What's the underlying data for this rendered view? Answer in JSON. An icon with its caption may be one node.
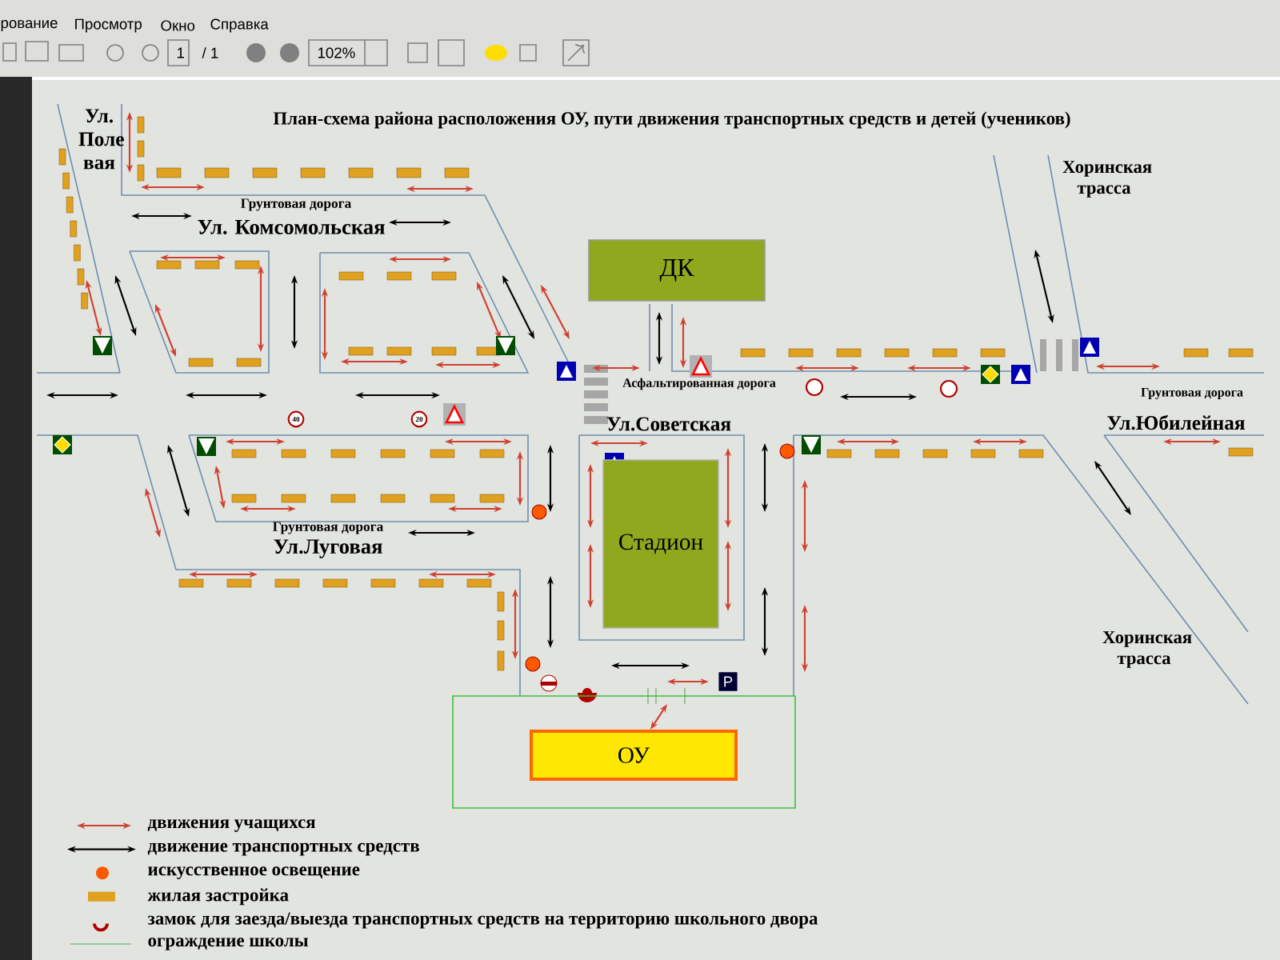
{
  "diagram": {
    "title": "План-схема района расположения ОУ, пути движения транспортных средств и детей (учеников)",
    "nodes": [
      {
        "text": [
          "ДК"
        ]
      },
      {
        "text": [
          "Стадион"
        ]
      },
      {
        "text": [],
        "shape": "box"
      },
      {
        "text": [
          "ОУ"
        ],
        "in": 2
      }
    ],
    "edges": [
      {
        "from": null,
        "to": 3,
        "arrow": "both",
        "color": "#d04030"
      }
    ],
    "labels": [
      "рование",
      "Просмотр",
      "Окно",
      "Справка",
      "1",
      "/ 1",
      "102%",
      "Ул. Поле вая",
      "Грунтовая дорога",
      "Ул. Комсомольская",
      "Хоринская трасса",
      "Асфальтированная дорога",
      "40",
      "20",
      "Грунтовая дорога",
      "Ул.Советская",
      "Ул.Юбилейная",
      "Грунтовая дорога",
      "Ул.Луговая",
      "P",
      "Хоринская трасса"
    ],
    "legend": [
      {
        "text": "движения учащихся"
      },
      {
        "text": "движение транспортных средств"
      },
      {
        "text": "искусственное освещение"
      },
      {
        "text": "жилая застройка",
        "color": "#e0a020"
      },
      {
        "text": "замок для заезда/выезда транспортных средств на территорию школьного двора"
      },
      {
        "text": "ограждение школы"
      }
    ]
  }
}
